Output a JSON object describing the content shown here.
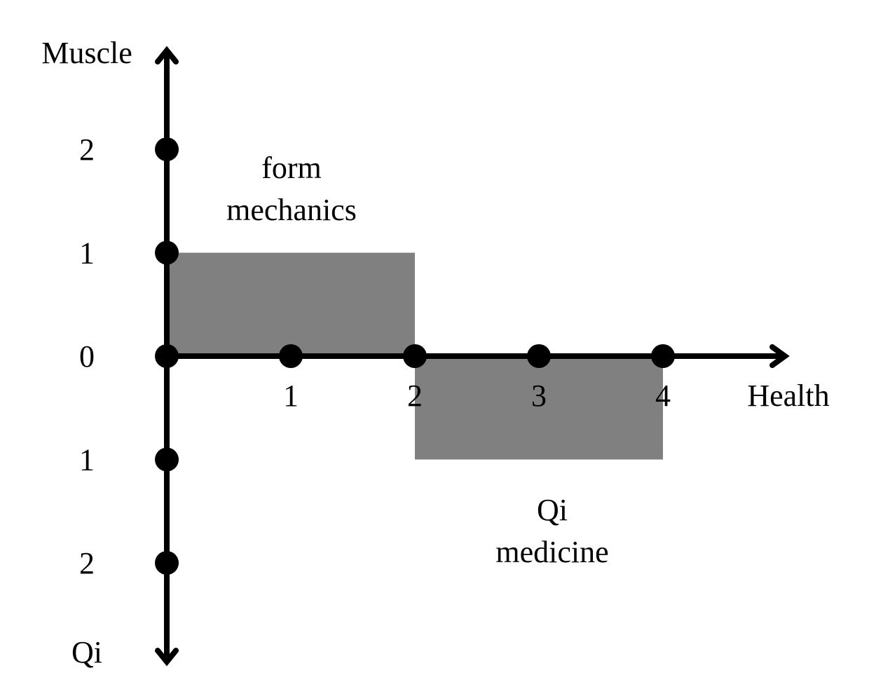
{
  "axes": {
    "up_label": "Muscle",
    "down_label": "Qi",
    "right_label": "Health"
  },
  "vertical_ticks": [
    {
      "label": "2",
      "value": 2
    },
    {
      "label": "1",
      "value": 1
    },
    {
      "label": "0",
      "value": 0
    },
    {
      "label": "1",
      "value": -1
    },
    {
      "label": "2",
      "value": -2
    }
  ],
  "horizontal_ticks": [
    {
      "label": "1",
      "value": 1
    },
    {
      "label": "2",
      "value": 2
    },
    {
      "label": "3",
      "value": 3
    },
    {
      "label": "4",
      "value": 4
    }
  ],
  "regions": [
    {
      "name": "form-mechanics",
      "label_lines": [
        "form",
        "mechanics"
      ],
      "x_range": [
        0,
        2
      ],
      "y_range": [
        0,
        1
      ],
      "color": "#808080"
    },
    {
      "name": "qi-medicine",
      "label_lines": [
        "Qi",
        "medicine"
      ],
      "x_range": [
        2,
        4
      ],
      "y_range": [
        -1,
        0
      ],
      "color": "#808080"
    }
  ],
  "colors": {
    "axis": "#000000",
    "region_fill": "#808080"
  }
}
